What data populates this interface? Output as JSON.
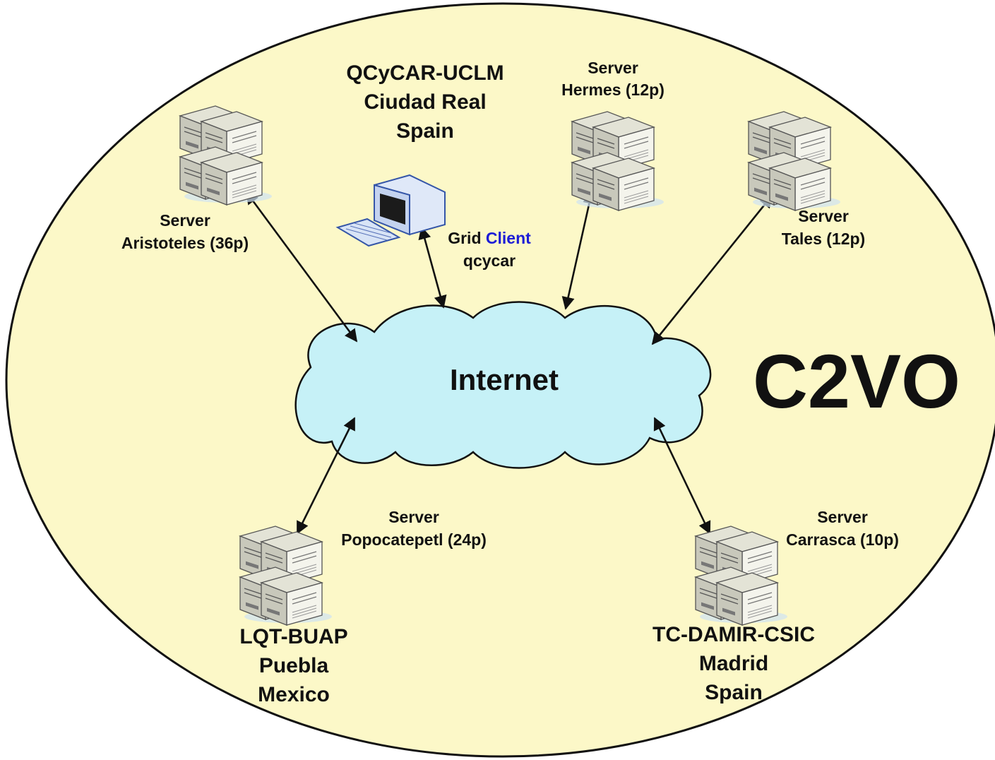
{
  "title": "C2VO",
  "cloud_label": "Internet",
  "client": {
    "site_lines": [
      "QCyCAR-UCLM",
      "Ciudad Real",
      "Spain"
    ],
    "label_prefix": "Grid",
    "label_highlight": "Client",
    "label_line2": "qcycar",
    "highlight_color": "#1c1cd6"
  },
  "servers": {
    "aristoteles": {
      "line1": "Server",
      "line2": "Aristoteles (36p)"
    },
    "hermes": {
      "line1": "Server",
      "line2": "Hermes (12p)"
    },
    "tales": {
      "line1": "Server",
      "line2": "Tales (12p)"
    },
    "popocatepetl": {
      "line1": "Server",
      "line2": "Popocatepetl (24p)",
      "site_lines": [
        "LQT-BUAP",
        "Puebla",
        "Mexico"
      ]
    },
    "carrasca": {
      "line1": "Server",
      "line2": "Carrasca (10p)",
      "site_lines": [
        "TC-DAMIR-CSIC",
        "Madrid",
        "Spain"
      ]
    }
  },
  "colors": {
    "ellipse_fill": "#fcf8c8",
    "cloud_fill": "#c6f1f7",
    "server_face": "#f2f2ea"
  }
}
